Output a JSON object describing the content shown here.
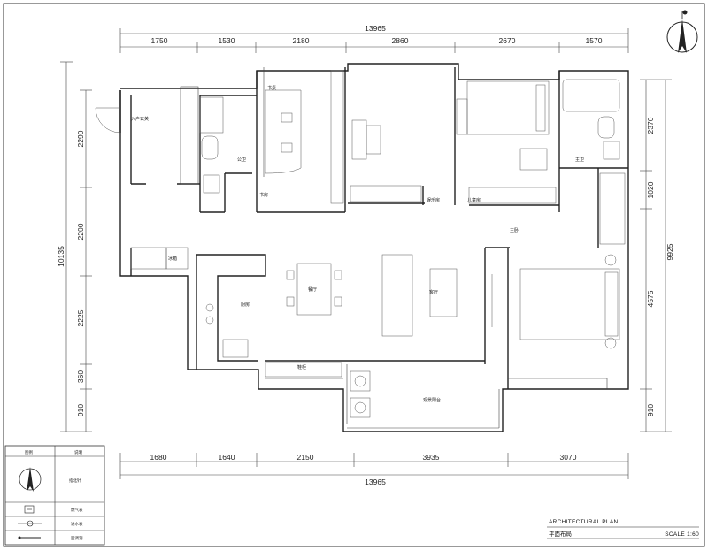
{
  "plan": {
    "top_total": "13965",
    "top_dims": [
      "1750",
      "1530",
      "2180",
      "2860",
      "2670",
      "1570"
    ],
    "bottom_total": "13965",
    "bottom_dims": [
      "1680",
      "1640",
      "2150",
      "3935",
      "3070"
    ],
    "left_total": "10135",
    "left_dims": [
      "2290",
      "2200",
      "2225",
      "360",
      "910"
    ],
    "right_total": "9925",
    "right_dims": [
      "2370",
      "1020",
      "4575",
      "910"
    ],
    "rooms": {
      "entry": "入户玄关",
      "study_desk": "书桌",
      "public_bath": "公卫",
      "study": "书房",
      "entertainment": "娱乐房",
      "kids_room": "儿童房",
      "master_bath": "主卫",
      "master_bedroom": "主卧",
      "fridge": "冰箱",
      "dining": "餐厅",
      "kitchen": "厨房",
      "living": "客厅",
      "shoe_cabinet": "鞋柜",
      "balcony": "观景阳台"
    }
  },
  "legend": {
    "header_symbol": "图例",
    "header_desc": "说明",
    "rows": [
      "指北针",
      "燃气表",
      "进水表",
      "空调洞"
    ]
  },
  "title": {
    "en": "ARCHITECTURAL PLAN",
    "cn": "平面布局",
    "scale": "SCALE  1:60"
  }
}
